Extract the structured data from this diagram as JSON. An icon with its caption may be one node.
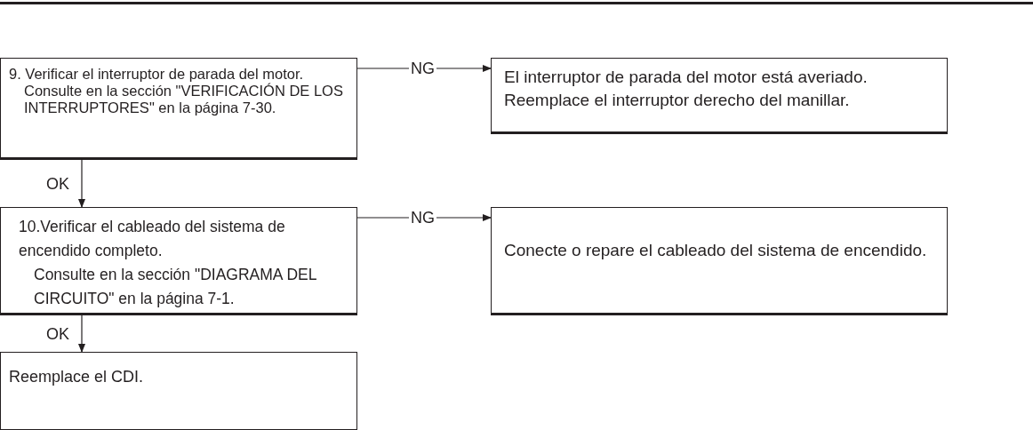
{
  "diagram": {
    "nodes": [
      {
        "text": [
          "9. Verificar el interruptor de parada del motor.",
          "Consulte en la sección \"VERIFICACIÓN DE LOS INTERRUPTORES\" en la página 7-30."
        ]
      },
      {
        "text": [
          "El interruptor de parada del motor está averiado. Reemplace el interruptor derecho del manillar."
        ]
      },
      {
        "text": [
          "10.Verificar el cableado del sistema de encendido completo.",
          "Consulte en la sección \"DIAGRAMA DEL CIRCUITO\" en la página 7-1."
        ]
      },
      {
        "text": [
          "Conecte o repare el cableado del sistema de encendido."
        ]
      },
      {
        "text": [
          "Reemplace el CDI."
        ]
      }
    ],
    "edges": [
      {
        "from": 0,
        "to": 1,
        "arrow": "to",
        "label": "NG"
      },
      {
        "from": 0,
        "to": 2,
        "arrow": "to",
        "label": "OK"
      },
      {
        "from": 2,
        "to": 3,
        "arrow": "to",
        "label": "NG"
      },
      {
        "from": 2,
        "to": 4,
        "arrow": "to",
        "label": "OK"
      }
    ]
  }
}
